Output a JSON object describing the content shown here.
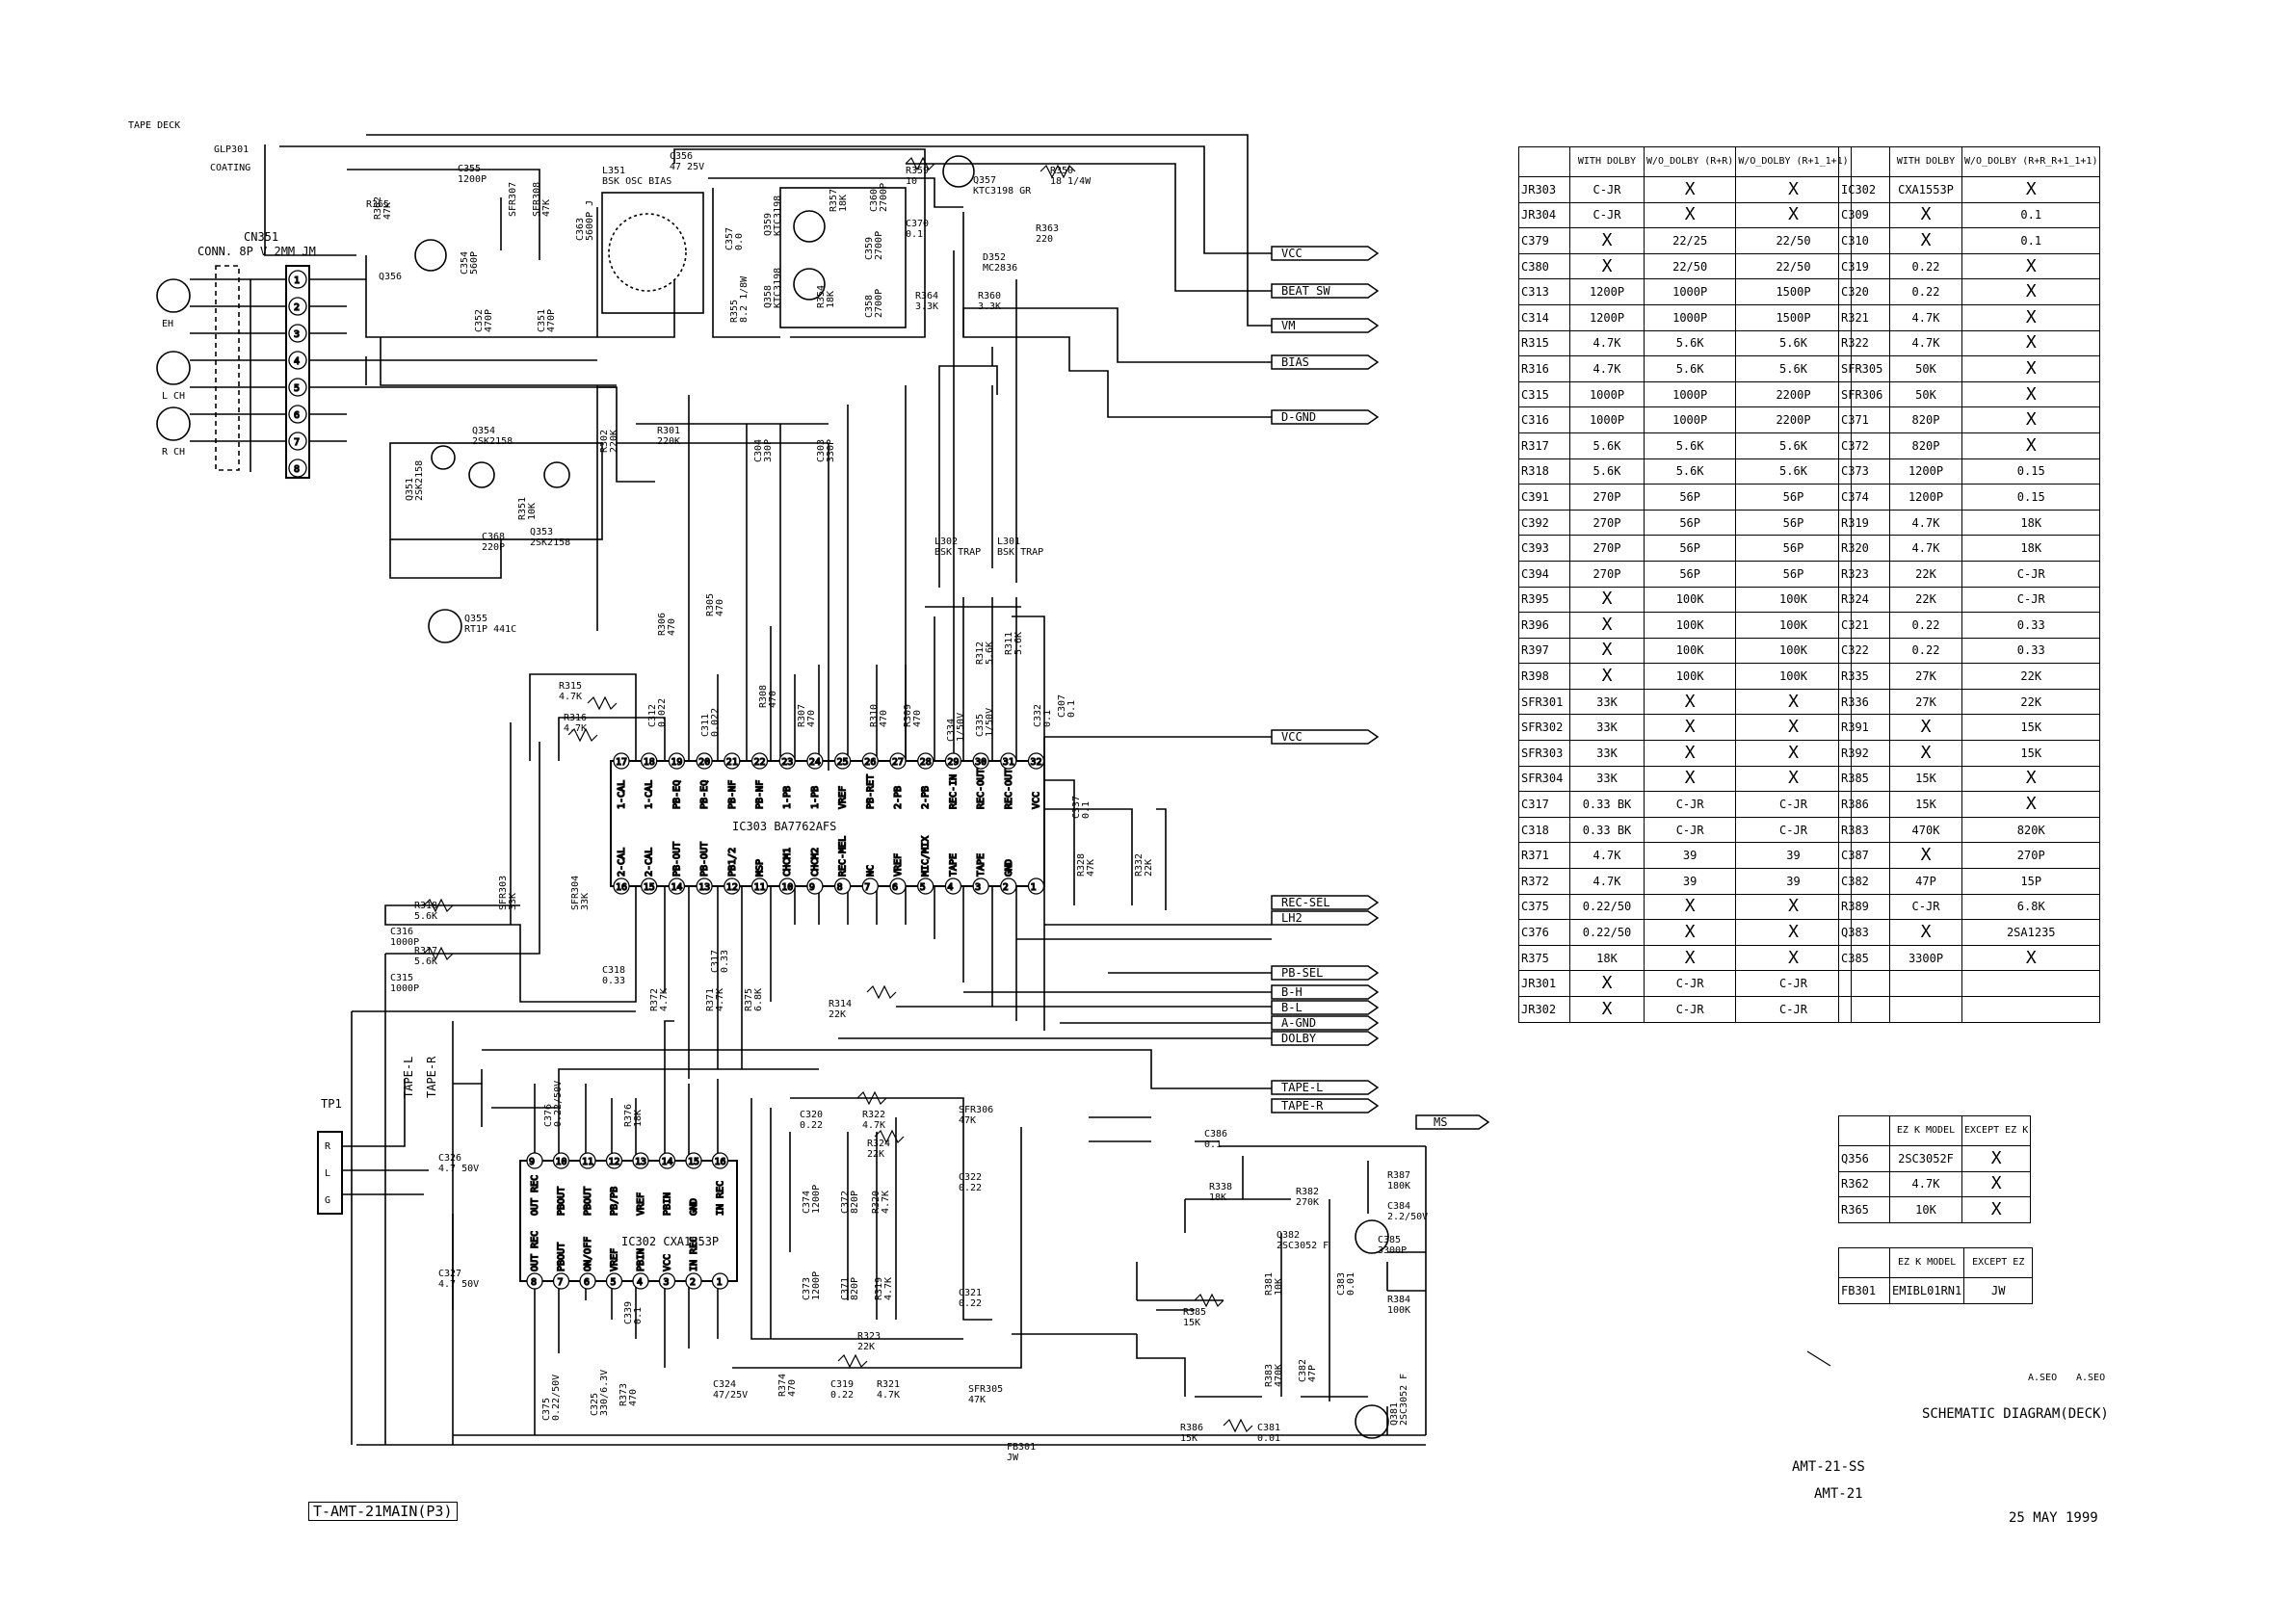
{
  "header": {
    "tape_deck": "TAPE DECK",
    "connector": "CN351",
    "connector_desc": "CONN. 8P V 2MM JM",
    "glp": "GLP301",
    "coating": "COATING",
    "heads": [
      "EH",
      "L CH",
      "R CH"
    ],
    "pins": [
      "1",
      "2",
      "3",
      "4",
      "5",
      "6",
      "7",
      "8"
    ]
  },
  "signals": {
    "right": [
      "VCC",
      "BEAT SW",
      "VM",
      "BIAS",
      "D-GND",
      "VCC",
      "REC-SEL",
      "LH2",
      "PB-SEL",
      "B-H",
      "B-L",
      "A-GND",
      "DOLBY",
      "TAPE-L",
      "TAPE-R",
      "MS"
    ],
    "tape_left": "TAPE-L",
    "tape_right": "TAPE-R",
    "tp1": "TP1",
    "tp_pins": [
      "R",
      "L",
      "G"
    ]
  },
  "ic303": {
    "name": "IC303 BA7762AFS",
    "top_pins": [
      "17",
      "18",
      "19",
      "20",
      "21",
      "22",
      "23",
      "24",
      "25",
      "26",
      "27",
      "28",
      "29",
      "30",
      "31",
      "32"
    ],
    "bottom_pins": [
      "16",
      "15",
      "14",
      "13",
      "12",
      "11",
      "10",
      "9",
      "8",
      "7",
      "6",
      "5",
      "4",
      "3",
      "2",
      "1"
    ],
    "top_funcs": [
      "1-CAL",
      "1-CAL",
      "PB-EQ",
      "PB-EQ",
      "PB-NF",
      "PB-NF",
      "1-PB",
      "1-PB",
      "VREF",
      "PB-RET",
      "2-PB",
      "2-PB",
      "REC-IN",
      "REC-OUT",
      "REC-OUT",
      "VCC"
    ],
    "bottom_funcs": [
      "2-CAL",
      "2-CAL",
      "PB-OUT",
      "PB-OUT",
      "PB1/2",
      "MSP",
      "CHCM1",
      "CHCM2",
      "REC-MEL",
      "NC",
      "VREF",
      "MIC/MIX",
      "TAPE",
      "TAPE",
      "GND",
      ""
    ]
  },
  "ic302": {
    "name": "IC302 CXA1553P",
    "top_pins": [
      "9",
      "10",
      "11",
      "12",
      "13",
      "14",
      "15",
      "16"
    ],
    "bottom_pins": [
      "8",
      "7",
      "6",
      "5",
      "4",
      "3",
      "2",
      "1"
    ],
    "top_funcs": [
      "OUT REC",
      "PBOUT",
      "PBOUT",
      "PB/PB",
      "VREF",
      "PBIN",
      "GND",
      "IN REC"
    ],
    "bottom_funcs": [
      "OUT REC",
      "PBOUT",
      "ON/OFF",
      "VREF",
      "PBIN",
      "VCC",
      "IN REC",
      ""
    ]
  },
  "components": [
    {
      "ref": "R365",
      "value": ""
    },
    {
      "ref": "R362",
      "value": "47K"
    },
    {
      "ref": "C355",
      "value": "1200P"
    },
    {
      "ref": "SFR307",
      "value": ""
    },
    {
      "ref": "SFR308",
      "value": "47K"
    },
    {
      "ref": "L351",
      "value": "BSK OSC BIAS"
    },
    {
      "ref": "C356",
      "value": "47 25V"
    },
    {
      "ref": "R359",
      "value": "10"
    },
    {
      "ref": "C370",
      "value": "0.1"
    },
    {
      "ref": "Q357",
      "value": "KTC3198 GR"
    },
    {
      "ref": "R350",
      "value": "18 1/4W"
    },
    {
      "ref": "R363",
      "value": "220"
    },
    {
      "ref": "D352",
      "value": "MC2836"
    },
    {
      "ref": "R364",
      "value": "3.3K"
    },
    {
      "ref": "R360",
      "value": "3.3K"
    },
    {
      "ref": "Q359",
      "value": "KTC3198"
    },
    {
      "ref": "Q358",
      "value": "KTC3198"
    },
    {
      "ref": "R357",
      "value": "18K"
    },
    {
      "ref": "R354",
      "value": "18K"
    },
    {
      "ref": "C360",
      "value": "2700P"
    },
    {
      "ref": "C359",
      "value": "2700P"
    },
    {
      "ref": "C358",
      "value": "2700P"
    },
    {
      "ref": "C357",
      "value": "0.0"
    },
    {
      "ref": "R355",
      "value": "8.2 1/8W"
    },
    {
      "ref": "Q356",
      "value": ""
    },
    {
      "ref": "C354",
      "value": "560P"
    },
    {
      "ref": "C352",
      "value": "470P"
    },
    {
      "ref": "C351",
      "value": "470P"
    },
    {
      "ref": "C363",
      "value": "5600P J"
    },
    {
      "ref": "Q354",
      "value": "2SK2158"
    },
    {
      "ref": "Q351",
      "value": "2SK2158"
    },
    {
      "ref": "Q353",
      "value": "2SK2158"
    },
    {
      "ref": "C368",
      "value": "220P"
    },
    {
      "ref": "R351",
      "value": "10K"
    },
    {
      "ref": "R302",
      "value": "220K"
    },
    {
      "ref": "R301",
      "value": "220K"
    },
    {
      "ref": "C304",
      "value": "330P"
    },
    {
      "ref": "C303",
      "value": "330P"
    },
    {
      "ref": "Q355",
      "value": "RT1P 441C"
    },
    {
      "ref": "R306",
      "value": "470"
    },
    {
      "ref": "R305",
      "value": "470"
    },
    {
      "ref": "L302",
      "value": "BSK TRAP"
    },
    {
      "ref": "L301",
      "value": "BSK TRAP"
    },
    {
      "ref": "R315",
      "value": "4.7K"
    },
    {
      "ref": "R316",
      "value": "4.7K"
    },
    {
      "ref": "C312",
      "value": "0.022"
    },
    {
      "ref": "C311",
      "value": "0.022"
    },
    {
      "ref": "R308",
      "value": "470"
    },
    {
      "ref": "R307",
      "value": "470"
    },
    {
      "ref": "R310",
      "value": "470"
    },
    {
      "ref": "R309",
      "value": "470"
    },
    {
      "ref": "R312",
      "value": "5.6K"
    },
    {
      "ref": "R311",
      "value": "5.6K"
    },
    {
      "ref": "C334",
      "value": "1/50V"
    },
    {
      "ref": "C335",
      "value": "1/50V"
    },
    {
      "ref": "C332",
      "value": "0.1"
    },
    {
      "ref": "C307",
      "value": "0.1"
    },
    {
      "ref": "C337",
      "value": "0.1"
    },
    {
      "ref": "R328",
      "value": "47K"
    },
    {
      "ref": "R332",
      "value": "22K"
    },
    {
      "ref": "SFR303",
      "value": "33K"
    },
    {
      "ref": "SFR304",
      "value": "33K"
    },
    {
      "ref": "R318",
      "value": "5.6K"
    },
    {
      "ref": "C316",
      "value": "1000P"
    },
    {
      "ref": "R317",
      "value": "5.6K"
    },
    {
      "ref": "C315",
      "value": "1000P"
    },
    {
      "ref": "C318",
      "value": "0.33"
    },
    {
      "ref": "C317",
      "value": "0.33"
    },
    {
      "ref": "R372",
      "value": "4.7K"
    },
    {
      "ref": "R371",
      "value": "4.7K"
    },
    {
      "ref": "R375",
      "value": "6.8K"
    },
    {
      "ref": "R314",
      "value": "22K"
    },
    {
      "ref": "C326",
      "value": "4.7 50V"
    },
    {
      "ref": "C376",
      "value": "0.22/50V"
    },
    {
      "ref": "R376",
      "value": "18K"
    },
    {
      "ref": "C320",
      "value": "0.22"
    },
    {
      "ref": "R322",
      "value": "4.7K"
    },
    {
      "ref": "SFR306",
      "value": "47K"
    },
    {
      "ref": "R324",
      "value": "22K"
    },
    {
      "ref": "C322",
      "value": "0.22"
    },
    {
      "ref": "C374",
      "value": "1200P"
    },
    {
      "ref": "C372",
      "value": "820P"
    },
    {
      "ref": "R320",
      "value": "4.7K"
    },
    {
      "ref": "C373",
      "value": "1200P"
    },
    {
      "ref": "C371",
      "value": "820P"
    },
    {
      "ref": "R319",
      "value": "4.7K"
    },
    {
      "ref": "C321",
      "value": "0.22"
    },
    {
      "ref": "R323",
      "value": "22K"
    },
    {
      "ref": "C327",
      "value": "4.7 50V"
    },
    {
      "ref": "C339",
      "value": "0.1"
    },
    {
      "ref": "C375",
      "value": "0.22/50V"
    },
    {
      "ref": "C325",
      "value": "330/6.3V"
    },
    {
      "ref": "R373",
      "value": "470"
    },
    {
      "ref": "C324",
      "value": "47/25V"
    },
    {
      "ref": "R374",
      "value": "470"
    },
    {
      "ref": "C319",
      "value": "0.22"
    },
    {
      "ref": "R321",
      "value": "4.7K"
    },
    {
      "ref": "SFR305",
      "value": "47K"
    },
    {
      "ref": "C386",
      "value": "0.1"
    },
    {
      "ref": "R338",
      "value": "18K"
    },
    {
      "ref": "R382",
      "value": "270K"
    },
    {
      "ref": "Q382",
      "value": "2SC3052 F"
    },
    {
      "ref": "R387",
      "value": "180K"
    },
    {
      "ref": "C384",
      "value": "2.2/50V"
    },
    {
      "ref": "C385",
      "value": "3300P"
    },
    {
      "ref": "R381",
      "value": "10K"
    },
    {
      "ref": "C383",
      "value": "0.01"
    },
    {
      "ref": "R384",
      "value": "100K"
    },
    {
      "ref": "R385",
      "value": "15K"
    },
    {
      "ref": "R383",
      "value": "470K"
    },
    {
      "ref": "C382",
      "value": "47P"
    },
    {
      "ref": "Q381",
      "value": "2SC3052 F"
    },
    {
      "ref": "R386",
      "value": "15K"
    },
    {
      "ref": "C381",
      "value": "0.01"
    },
    {
      "ref": "FB301",
      "value": "JW"
    }
  ],
  "table_left": {
    "headers": [
      "",
      "WITH DOLBY",
      "W/O_DOLBY (R+R)",
      "W/O_DOLBY (R+1_1+1)"
    ],
    "rows": [
      [
        "JR303",
        "C-JR",
        "X",
        "X"
      ],
      [
        "JR304",
        "C-JR",
        "X",
        "X"
      ],
      [
        "C379",
        "X",
        "22/25",
        "22/50"
      ],
      [
        "C380",
        "X",
        "22/50",
        "22/50"
      ],
      [
        "C313",
        "1200P",
        "1000P",
        "1500P"
      ],
      [
        "C314",
        "1200P",
        "1000P",
        "1500P"
      ],
      [
        "R315",
        "4.7K",
        "5.6K",
        "5.6K"
      ],
      [
        "R316",
        "4.7K",
        "5.6K",
        "5.6K"
      ],
      [
        "C315",
        "1000P",
        "1000P",
        "2200P"
      ],
      [
        "C316",
        "1000P",
        "1000P",
        "2200P"
      ],
      [
        "R317",
        "5.6K",
        "5.6K",
        "5.6K"
      ],
      [
        "R318",
        "5.6K",
        "5.6K",
        "5.6K"
      ],
      [
        "C391",
        "270P",
        "56P",
        "56P"
      ],
      [
        "C392",
        "270P",
        "56P",
        "56P"
      ],
      [
        "C393",
        "270P",
        "56P",
        "56P"
      ],
      [
        "C394",
        "270P",
        "56P",
        "56P"
      ],
      [
        "R395",
        "X",
        "100K",
        "100K"
      ],
      [
        "R396",
        "X",
        "100K",
        "100K"
      ],
      [
        "R397",
        "X",
        "100K",
        "100K"
      ],
      [
        "R398",
        "X",
        "100K",
        "100K"
      ],
      [
        "SFR301",
        "33K",
        "X",
        "X"
      ],
      [
        "SFR302",
        "33K",
        "X",
        "X"
      ],
      [
        "SFR303",
        "33K",
        "X",
        "X"
      ],
      [
        "SFR304",
        "33K",
        "X",
        "X"
      ],
      [
        "C317",
        "0.33 BK",
        "C-JR",
        "C-JR"
      ],
      [
        "C318",
        "0.33 BK",
        "C-JR",
        "C-JR"
      ],
      [
        "R371",
        "4.7K",
        "39",
        "39"
      ],
      [
        "R372",
        "4.7K",
        "39",
        "39"
      ],
      [
        "C375",
        "0.22/50",
        "X",
        "X"
      ],
      [
        "C376",
        "0.22/50",
        "X",
        "X"
      ],
      [
        "R375",
        "18K",
        "X",
        "X"
      ],
      [
        "JR301",
        "X",
        "C-JR",
        "C-JR"
      ],
      [
        "JR302",
        "X",
        "C-JR",
        "C-JR"
      ]
    ]
  },
  "table_right": {
    "headers": [
      "",
      "WITH DOLBY",
      "W/O_DOLBY (R+R_R+1_1+1)"
    ],
    "rows": [
      [
        "IC302",
        "CXA1553P",
        "X"
      ],
      [
        "C309",
        "X",
        "0.1"
      ],
      [
        "C310",
        "X",
        "0.1"
      ],
      [
        "C319",
        "0.22",
        "X"
      ],
      [
        "C320",
        "0.22",
        "X"
      ],
      [
        "R321",
        "4.7K",
        "X"
      ],
      [
        "R322",
        "4.7K",
        "X"
      ],
      [
        "SFR305",
        "50K",
        "X"
      ],
      [
        "SFR306",
        "50K",
        "X"
      ],
      [
        "C371",
        "820P",
        "X"
      ],
      [
        "C372",
        "820P",
        "X"
      ],
      [
        "C373",
        "1200P",
        "0.15"
      ],
      [
        "C374",
        "1200P",
        "0.15"
      ],
      [
        "R319",
        "4.7K",
        "18K"
      ],
      [
        "R320",
        "4.7K",
        "18K"
      ],
      [
        "R323",
        "22K",
        "C-JR"
      ],
      [
        "R324",
        "22K",
        "C-JR"
      ],
      [
        "C321",
        "0.22",
        "0.33"
      ],
      [
        "C322",
        "0.22",
        "0.33"
      ],
      [
        "R335",
        "27K",
        "22K"
      ],
      [
        "R336",
        "27K",
        "22K"
      ],
      [
        "R391",
        "X",
        "15K"
      ],
      [
        "R392",
        "X",
        "15K"
      ],
      [
        "R385",
        "15K",
        "X"
      ],
      [
        "R386",
        "15K",
        "X"
      ],
      [
        "R383",
        "470K",
        "820K"
      ],
      [
        "C387",
        "X",
        "270P"
      ],
      [
        "C382",
        "47P",
        "15P"
      ],
      [
        "R389",
        "C-JR",
        "6.8K"
      ],
      [
        "Q383",
        "X",
        "2SA1235"
      ],
      [
        "C385",
        "3300P",
        "X"
      ],
      [
        "",
        "",
        ""
      ],
      [
        "",
        "",
        ""
      ]
    ]
  },
  "table_ezk": {
    "headers": [
      "",
      "EZ K MODEL",
      "EXCEPT EZ K"
    ],
    "rows": [
      [
        "Q356",
        "2SC3052F",
        "X"
      ],
      [
        "R362",
        "4.7K",
        "X"
      ],
      [
        "R365",
        "10K",
        "X"
      ]
    ]
  },
  "table_fb": {
    "headers": [
      "",
      "EZ K MODEL",
      "EXCEPT EZ"
    ],
    "rows": [
      [
        "FB301",
        "EMIBL01RN1",
        "JW"
      ]
    ]
  },
  "footer": {
    "frame_tag": "T-AMT-21MAIN(P3)",
    "sign_1": "A.SEO",
    "sign_2": "A.SEO",
    "title": "SCHEMATIC DIAGRAM(DECK)",
    "model_1": "AMT-21-SS",
    "model_2": "AMT-21",
    "date": "25  MAY 1999"
  }
}
